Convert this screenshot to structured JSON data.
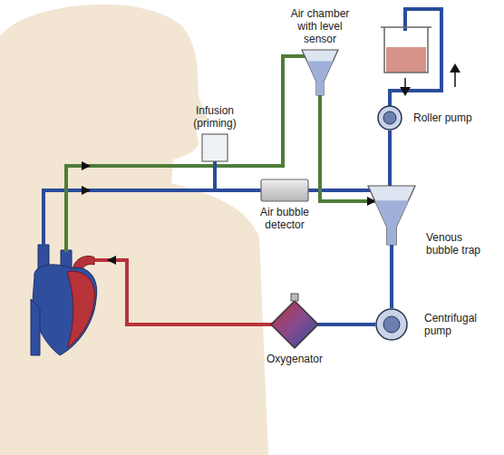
{
  "diagram": {
    "nodes": [
      {
        "text": [
          "Air chamber with level sensor"
        ]
      },
      {
        "text": [
          "Infusion (priming)"
        ]
      },
      {
        "text": [
          "Roller pump"
        ]
      },
      {
        "text": [
          "Air bubble detector"
        ]
      },
      {
        "text": [
          "Venous bubble trap"
        ]
      },
      {
        "text": [
          "Centrifugal pump"
        ]
      },
      {
        "text": [
          "Oxygenator"
        ]
      }
    ],
    "edges": [
      {
        "from": 1,
        "to": 3,
        "arrow": "none"
      },
      {
        "from": 3,
        "to": 4,
        "arrow": "none"
      },
      {
        "from": 0,
        "to": 4,
        "arrow": "to"
      },
      {
        "from": 4,
        "to": 2,
        "arrow": "none"
      },
      {
        "from": 4,
        "to": 5,
        "arrow": "none"
      },
      {
        "from": 5,
        "to": 6,
        "arrow": "none"
      }
    ]
  }
}
